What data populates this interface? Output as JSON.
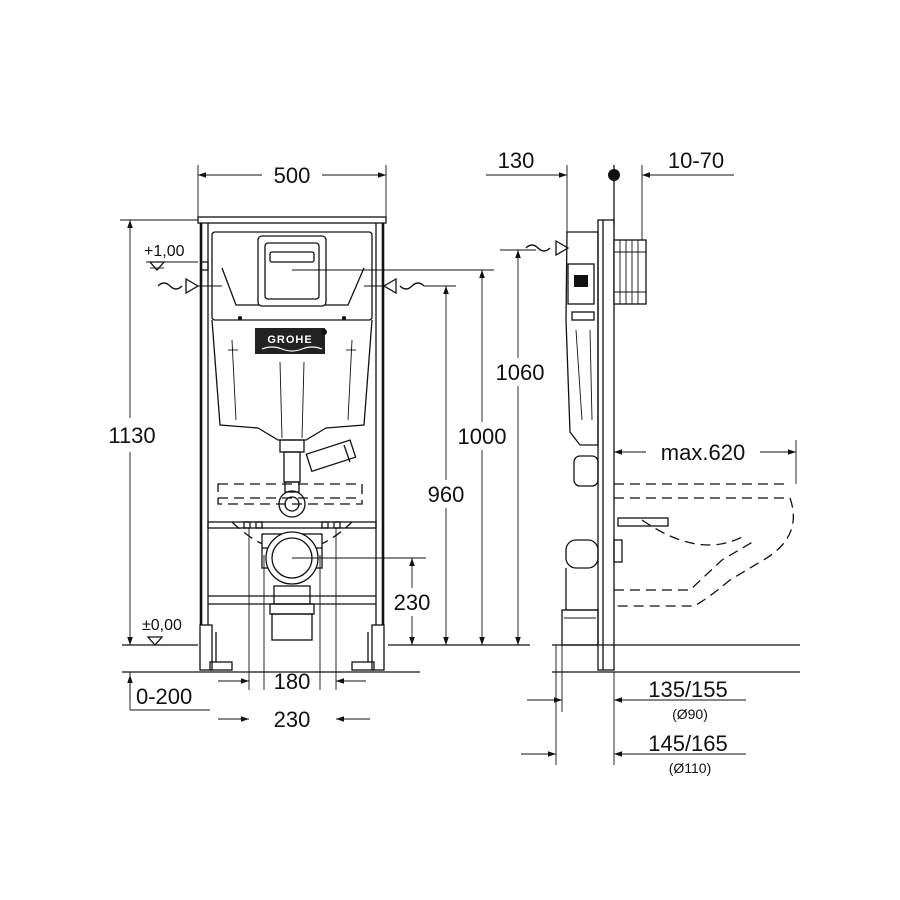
{
  "front_view": {
    "width_label": "500",
    "height_label": "1130",
    "level_top_label": "+1,00",
    "level_floor_label": "±0,00",
    "h_1060": "1060",
    "h_1000": "1000",
    "h_960": "960",
    "h_230": "230",
    "w_180": "180",
    "w_230": "230",
    "adjust_label": "0-200",
    "logo": "GROHE"
  },
  "side_view": {
    "depth_label": "130",
    "wall_label": "10-70",
    "bowl_label": "max.620",
    "pipe_90_label": "135/155",
    "pipe_90_dia": "(Ø90)",
    "pipe_110_label": "145/165",
    "pipe_110_dia": "(Ø110)"
  }
}
